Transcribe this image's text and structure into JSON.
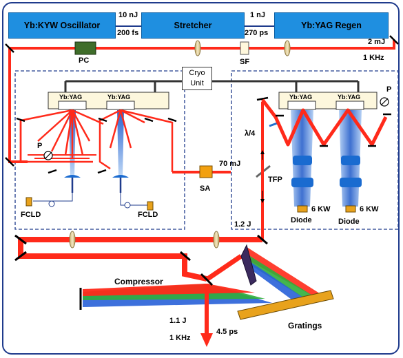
{
  "blocks": {
    "oscillator": "Yb:KYW Oscillator",
    "stretcher": "Stretcher",
    "regen": "Yb:YAG Regen"
  },
  "pulse": {
    "osc_energy": "10 nJ",
    "osc_duration": "200 fs",
    "str_energy": "1 nJ",
    "str_duration": "270 ps",
    "regen_energy": "2 mJ",
    "regen_rate": "1 KHz"
  },
  "components": {
    "pc": "PC",
    "sf": "SF",
    "cryo_line1": "Cryo",
    "cryo_line2": "Unit",
    "crystal": "Yb:YAG",
    "p": "P",
    "fcld": "FCLD",
    "sa": "SA",
    "quarter_wave": "λ/4",
    "tfp": "TFP",
    "diode": "Diode",
    "diode_power": "6 KW",
    "compressor": "Compressor",
    "gratings": "Gratings"
  },
  "energies": {
    "after_first_amp": "70 mJ",
    "after_second_amp": "1.2 J",
    "output_energy": "1.1 J",
    "output_rate": "1 KHz",
    "output_duration": "4.5 ps"
  },
  "colors": {
    "beam": "#ff2a1a",
    "block": "#1f8fe0",
    "frame": "#1f3b8c",
    "dashed_box": "#1f3b8c",
    "grating": "#e8a21c"
  }
}
